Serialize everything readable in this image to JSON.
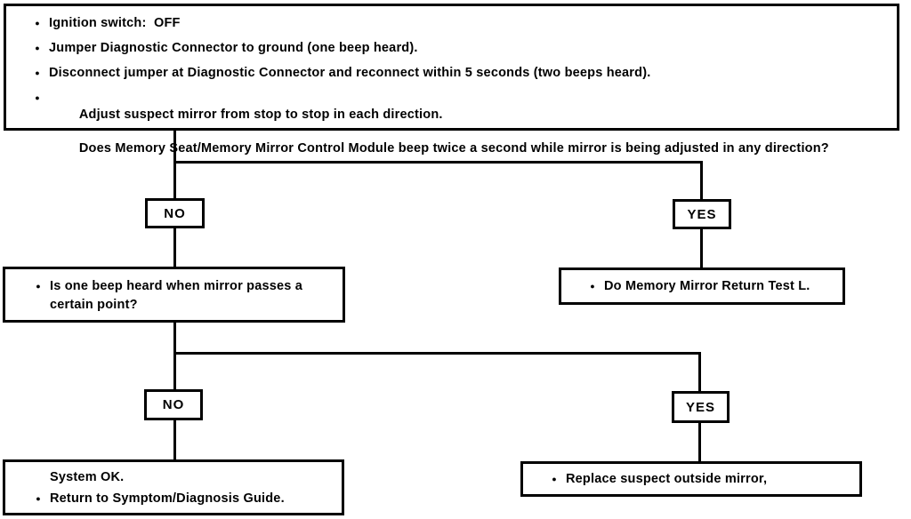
{
  "colors": {
    "ink": "#000000",
    "paper": "#ffffff"
  },
  "glyphs": {
    "bullet": "●"
  },
  "flowchart": {
    "instructions": {
      "items": [
        {
          "text": "Ignition switch:  OFF"
        },
        {
          "text": "Jumper Diagnostic Connector to ground (one beep heard)."
        },
        {
          "text": "Disconnect jumper at Diagnostic Connector and reconnect within 5 seconds (two beeps heard)."
        },
        {
          "text": "Adjust suspect mirror from stop to stop in each direction.",
          "question": "Does Memory Seat/Memory Mirror Control Module beep twice a second while mirror is being adjusted in any direction?"
        }
      ]
    },
    "branch1": {
      "no": "NO",
      "yes": "YES"
    },
    "question_box": {
      "text": "Is one beep heard when mirror passes a certain point?"
    },
    "action_yes1": {
      "text": "Do Memory Mirror Return Test L."
    },
    "branch2": {
      "no": "NO",
      "yes": "YES"
    },
    "result_no": {
      "line1": "System OK.",
      "line2": "Return to Symptom/Diagnosis Guide."
    },
    "result_yes": {
      "text": "Replace suspect outside mirror,"
    }
  }
}
